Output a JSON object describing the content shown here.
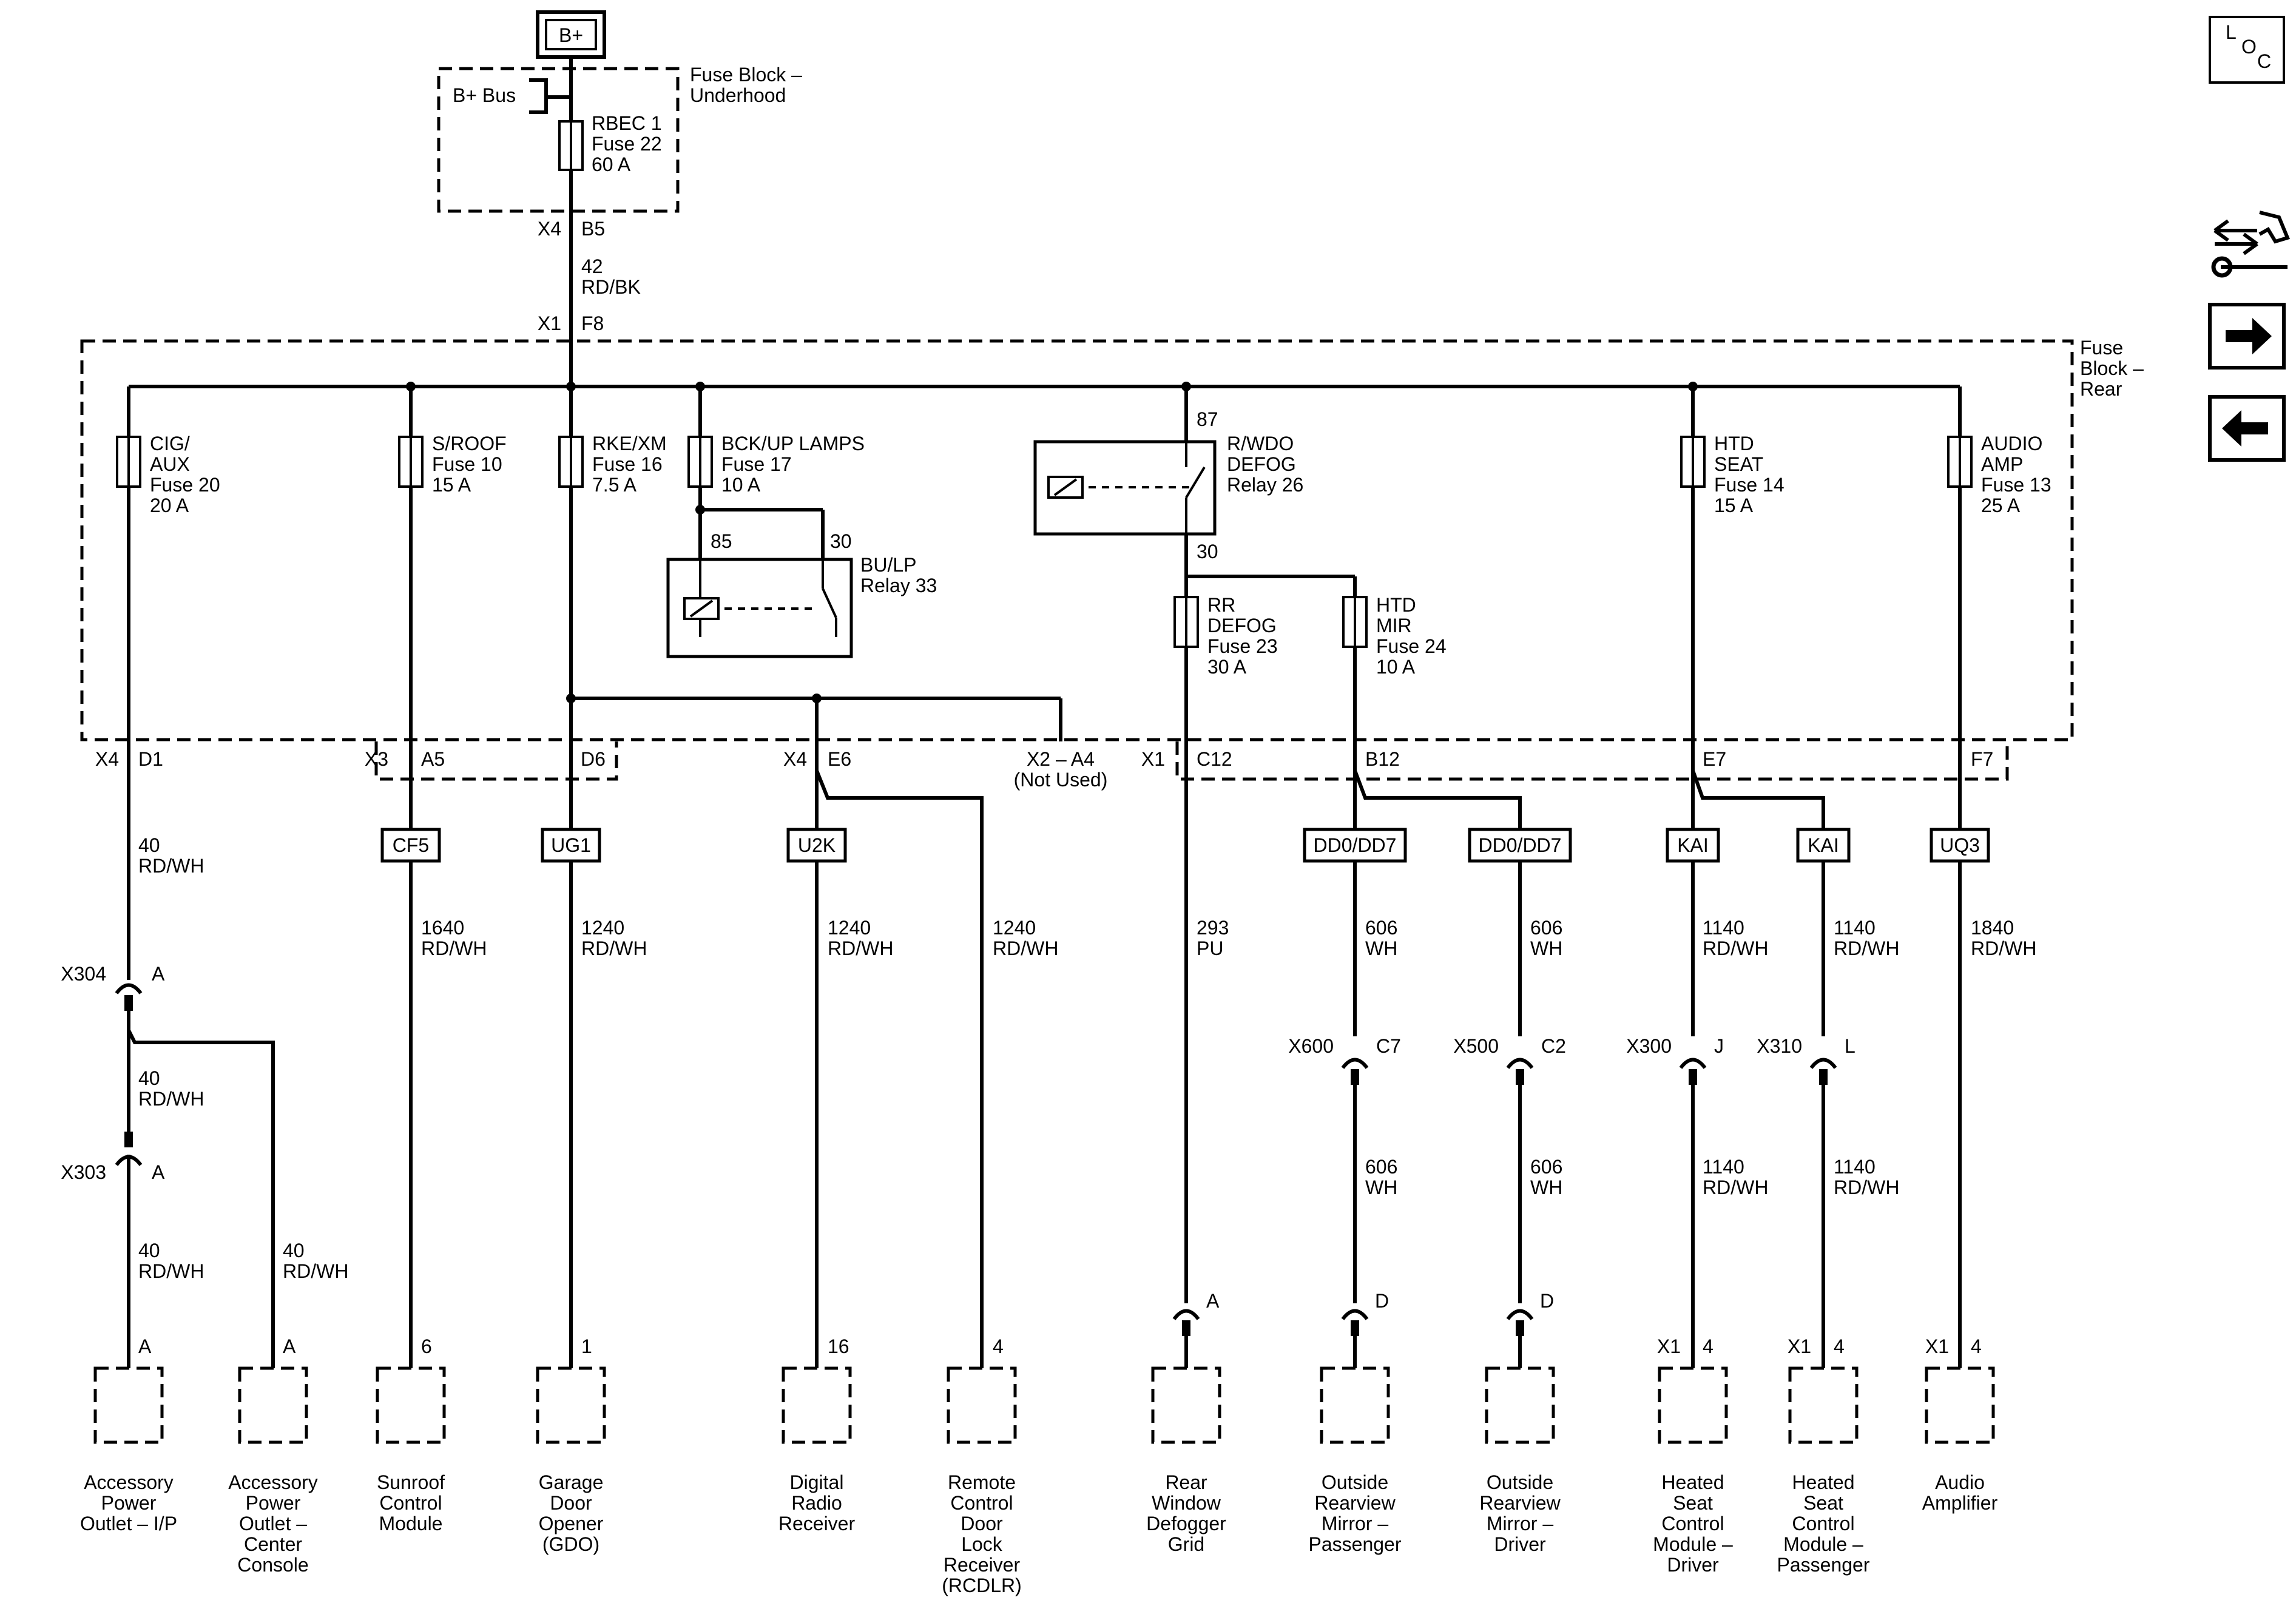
{
  "power": {
    "source": "B+",
    "bus_label": "B+ Bus",
    "underhood_block": [
      "Fuse Block –",
      "Underhood"
    ],
    "rear_block": [
      "Fuse",
      "Block –",
      "Rear"
    ],
    "main_fuse": [
      "RBEC 1",
      "Fuse 22",
      "60 A"
    ],
    "out_conn": "X4",
    "out_pin": "B5",
    "feed_wire": [
      "42",
      "RD/BK"
    ],
    "in_conn": "X1",
    "in_pin": "F8"
  },
  "fuses": {
    "cig": [
      "CIG/",
      "AUX",
      "Fuse 20",
      "20 A"
    ],
    "sroof": [
      "S/ROOF",
      "Fuse 10",
      "15 A"
    ],
    "rke": [
      "RKE/XM",
      "Fuse 16",
      "7.5 A"
    ],
    "bck": [
      "BCK/UP LAMPS",
      "Fuse 17",
      "10 A"
    ],
    "rrdefog": [
      "RR",
      "DEFOG",
      "Fuse 23",
      "30 A"
    ],
    "htdmir": [
      "HTD",
      "MIR",
      "Fuse 24",
      "10 A"
    ],
    "htdseat": [
      "HTD",
      "SEAT",
      "Fuse 14",
      "15 A"
    ],
    "audio": [
      "AUDIO",
      "AMP",
      "Fuse 13",
      "25 A"
    ]
  },
  "relays": {
    "bulp": {
      "name": [
        "BU/LP",
        "Relay 33"
      ],
      "pin_a": "85",
      "pin_b": "30"
    },
    "defog": {
      "name": [
        "R/WDO",
        "DEFOG",
        "Relay 26"
      ],
      "pin_a": "87",
      "pin_b": "30"
    }
  },
  "block_pins": {
    "d1": [
      "X4",
      "D1"
    ],
    "a5": [
      "X3",
      "A5"
    ],
    "d6": "D6",
    "e6": [
      "X4",
      "E6"
    ],
    "a4": [
      "X2 – A4",
      "(Not Used)"
    ],
    "c12": [
      "X1",
      "C12"
    ],
    "b12": "B12",
    "e7": "E7",
    "f7": "F7"
  },
  "options": [
    "CF5",
    "UG1",
    "U2K",
    "DD0/DD7",
    "DD0/DD7",
    "KAI",
    "KAI",
    "UQ3"
  ],
  "wires": {
    "aux_upper": [
      "40",
      "RD/WH"
    ],
    "aux_mid": [
      "40",
      "RD/WH"
    ],
    "aux_lower": [
      "40",
      "RD/WH"
    ],
    "aux_console": [
      "40",
      "RD/WH"
    ],
    "sunroof": [
      "1640",
      "RD/WH"
    ],
    "garage": [
      "1240",
      "RD/WH"
    ],
    "radio": [
      "1240",
      "RD/WH"
    ],
    "rcdlr": [
      "1240",
      "RD/WH"
    ],
    "defog": [
      "293",
      "PU"
    ],
    "mirror_p_up": [
      "606",
      "WH"
    ],
    "mirror_d_up": [
      "606",
      "WH"
    ],
    "mirror_p_low": [
      "606",
      "WH"
    ],
    "mirror_d_low": [
      "606",
      "WH"
    ],
    "seat_d_up": [
      "1140",
      "RD/WH"
    ],
    "seat_p_up": [
      "1140",
      "RD/WH"
    ],
    "seat_d_low": [
      "1140",
      "RD/WH"
    ],
    "seat_p_low": [
      "1140",
      "RD/WH"
    ],
    "audio": [
      "1840",
      "RD/WH"
    ]
  },
  "inline_connectors": {
    "x304": [
      "X304",
      "A"
    ],
    "x303": [
      "X303",
      "A"
    ],
    "x600": [
      "X600",
      "C7"
    ],
    "x500": [
      "X500",
      "C2"
    ],
    "x300": [
      "X300",
      "J"
    ],
    "x310": [
      "X310",
      "L"
    ]
  },
  "components": [
    {
      "pin": "A",
      "name": [
        "Accessory",
        "Power",
        "Outlet – I/P"
      ]
    },
    {
      "pin": "A",
      "name": [
        "Accessory",
        "Power",
        "Outlet –",
        "Center",
        "Console"
      ]
    },
    {
      "pin": "6",
      "name": [
        "Sunroof",
        "Control",
        "Module"
      ]
    },
    {
      "pin": "1",
      "name": [
        "Garage",
        "Door",
        "Opener",
        "(GDO)"
      ]
    },
    {
      "pin": "16",
      "name": [
        "Digital",
        "Radio",
        "Receiver"
      ]
    },
    {
      "pin": "4",
      "name": [
        "Remote",
        "Control",
        "Door",
        "Lock",
        "Receiver",
        "(RCDLR)"
      ]
    },
    {
      "pin": "A",
      "name": [
        "Rear",
        "Window",
        "Defogger",
        "Grid"
      ]
    },
    {
      "pin": "D",
      "name": [
        "Outside",
        "Rearview",
        "Mirror –",
        "Passenger"
      ]
    },
    {
      "pin": "D",
      "name": [
        "Outside",
        "Rearview",
        "Mirror –",
        "Driver"
      ]
    },
    {
      "conn": "X1",
      "pin": "4",
      "name": [
        "Heated",
        "Seat",
        "Control",
        "Module –",
        "Driver"
      ]
    },
    {
      "conn": "X1",
      "pin": "4",
      "name": [
        "Heated",
        "Seat",
        "Control",
        "Module –",
        "Passenger"
      ]
    },
    {
      "conn": "X1",
      "pin": "4",
      "name": [
        "Audio",
        "Amplifier"
      ]
    }
  ],
  "nav": {
    "loc_letters": [
      "L",
      "O",
      "C"
    ],
    "icons": [
      "connector-tools-icon",
      "arrow-right-icon",
      "arrow-left-icon"
    ]
  }
}
